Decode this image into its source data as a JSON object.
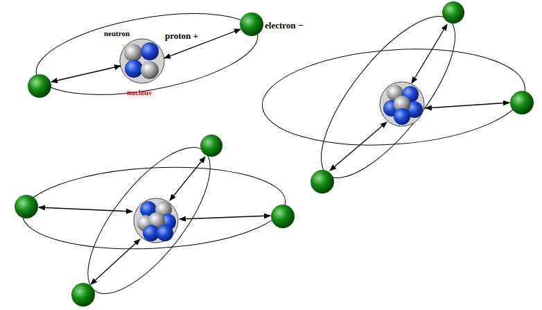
{
  "diagram": {
    "labels": [
      "neutron",
      "proton +",
      "electron −",
      "nucleus"
    ]
  }
}
